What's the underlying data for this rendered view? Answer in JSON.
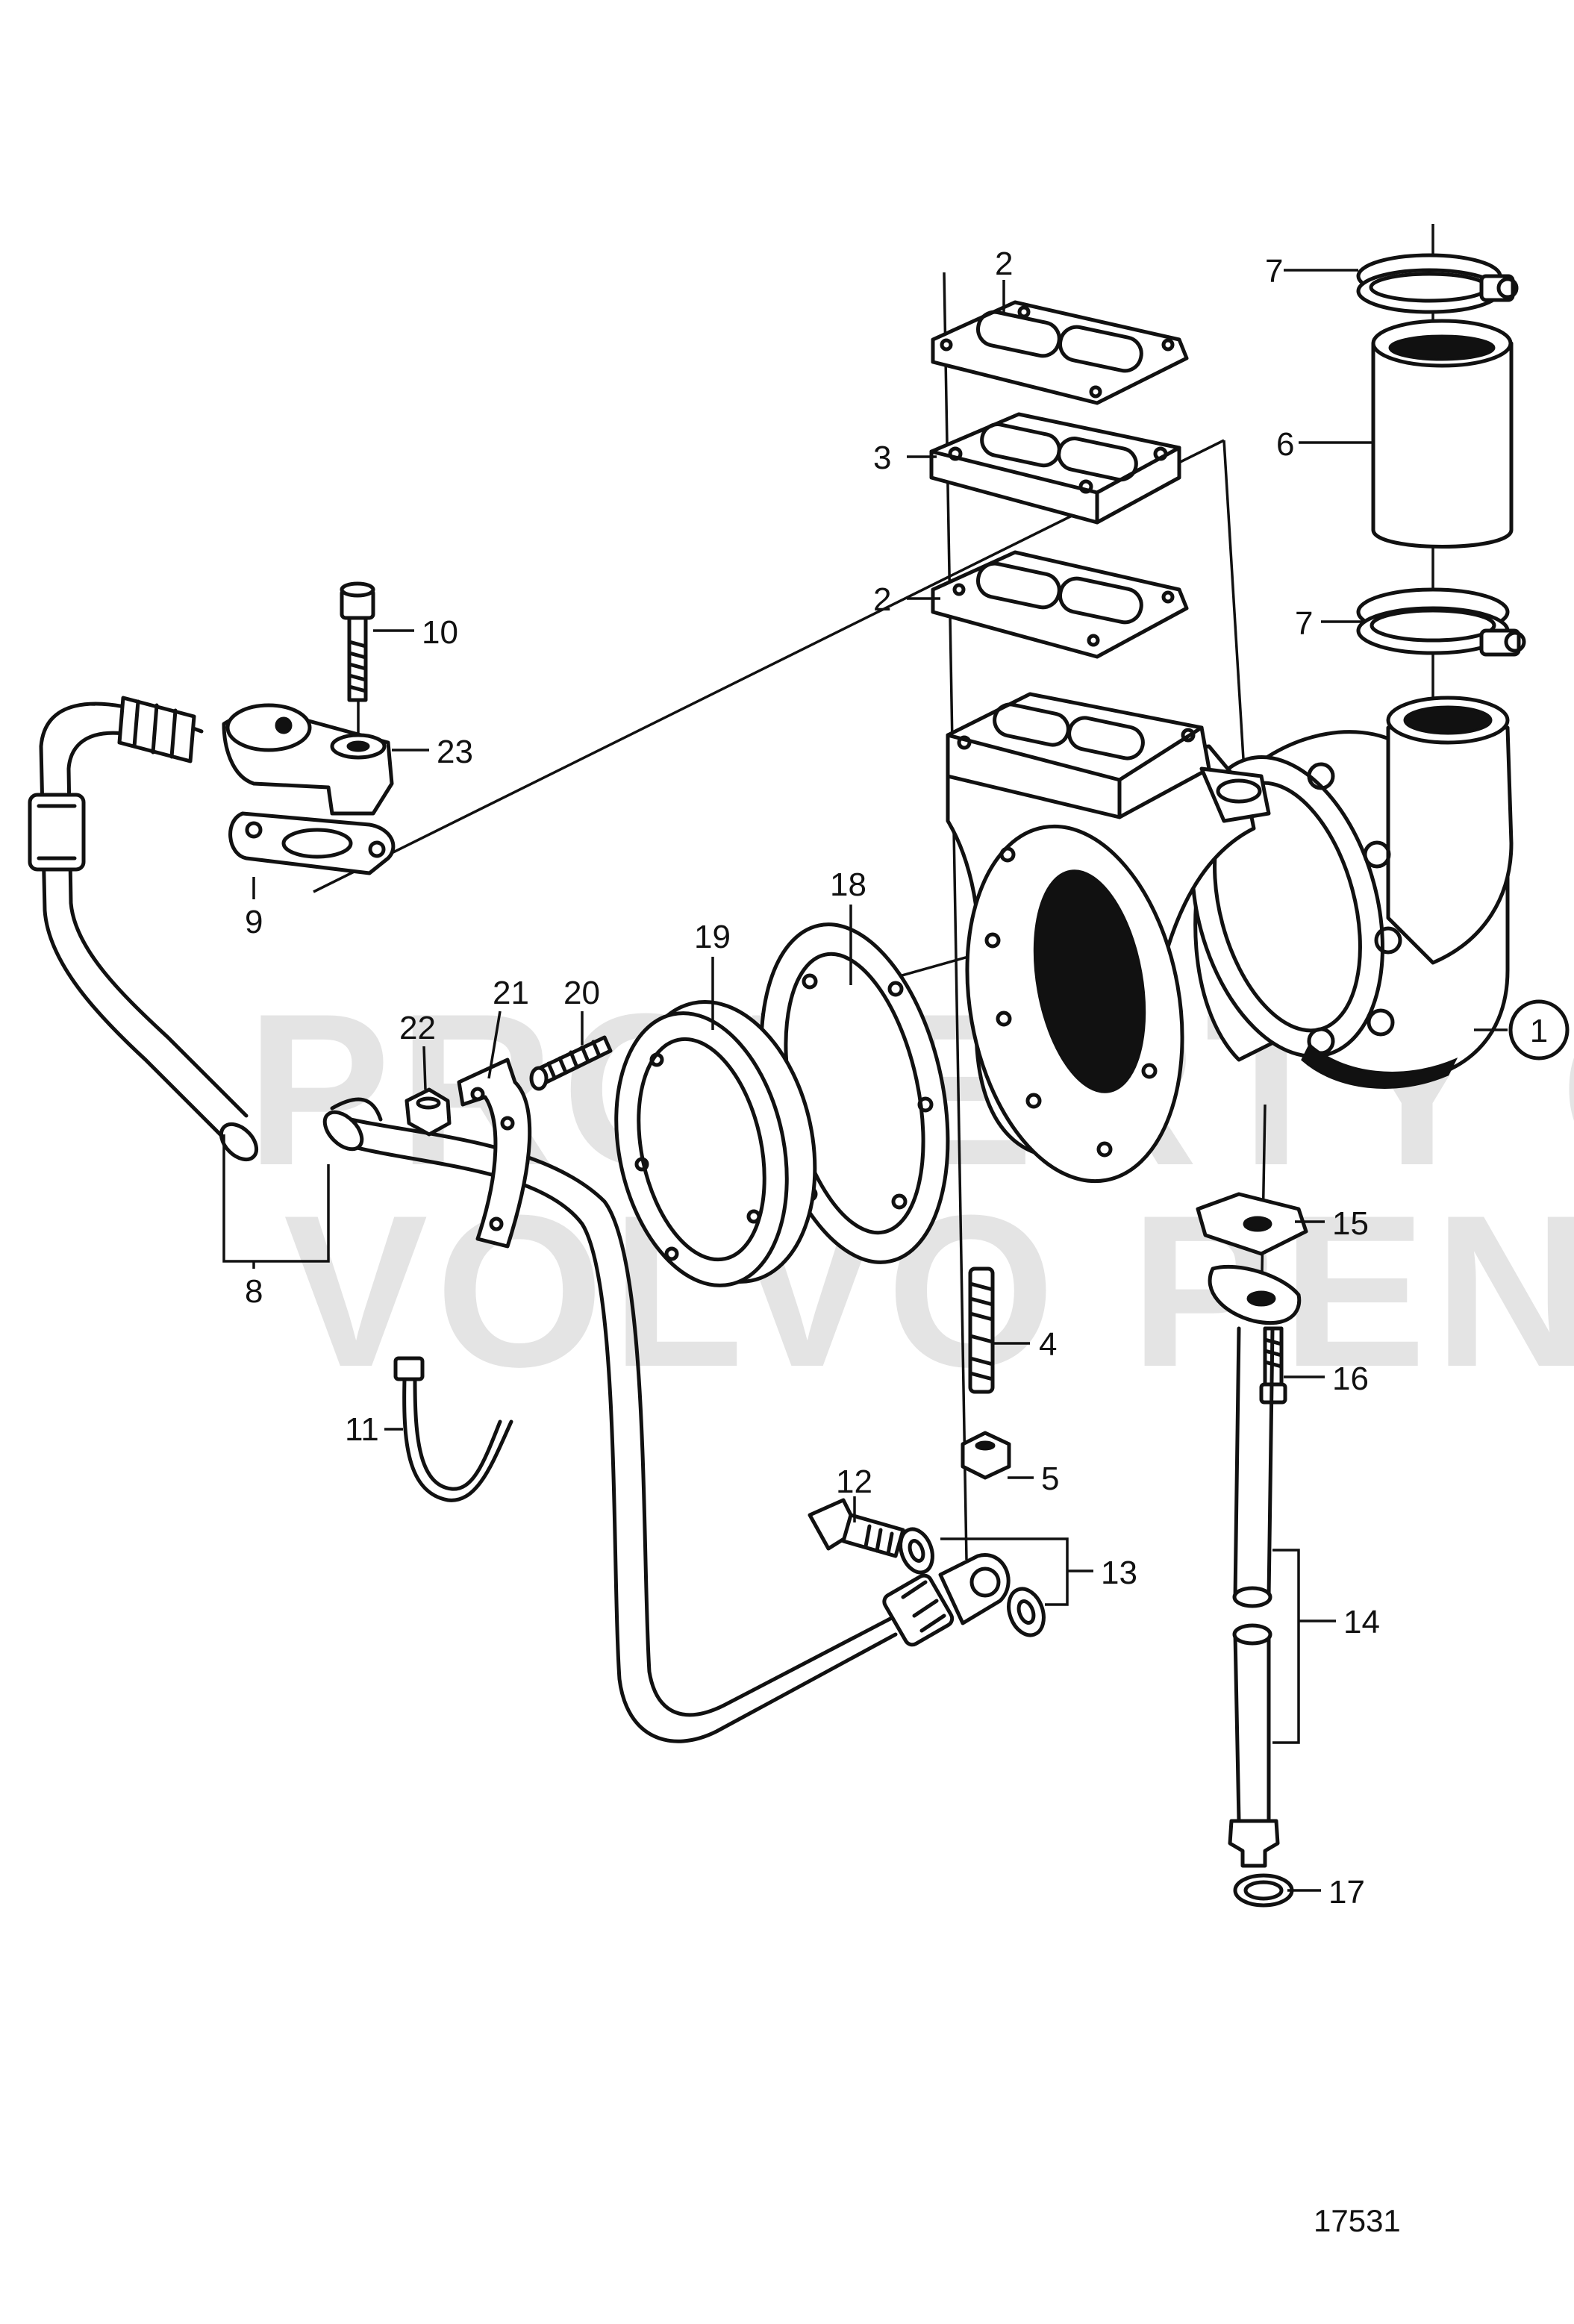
{
  "watermark": {
    "line1": "PROPERTY OF",
    "line2": "VOLVO PENTA"
  },
  "document_number": "17531",
  "callouts": {
    "c1": "1",
    "c2a": "2",
    "c2b": "2",
    "c3": "3",
    "c4": "4",
    "c5": "5",
    "c6": "6",
    "c7a": "7",
    "c7b": "7",
    "c8": "8",
    "c9": "9",
    "c10": "10",
    "c11": "11",
    "c12": "12",
    "c13": "13",
    "c14": "14",
    "c15": "15",
    "c16": "16",
    "c17": "17",
    "c18": "18",
    "c19": "19",
    "c20": "20",
    "c21": "21",
    "c22": "22",
    "c23": "23"
  }
}
